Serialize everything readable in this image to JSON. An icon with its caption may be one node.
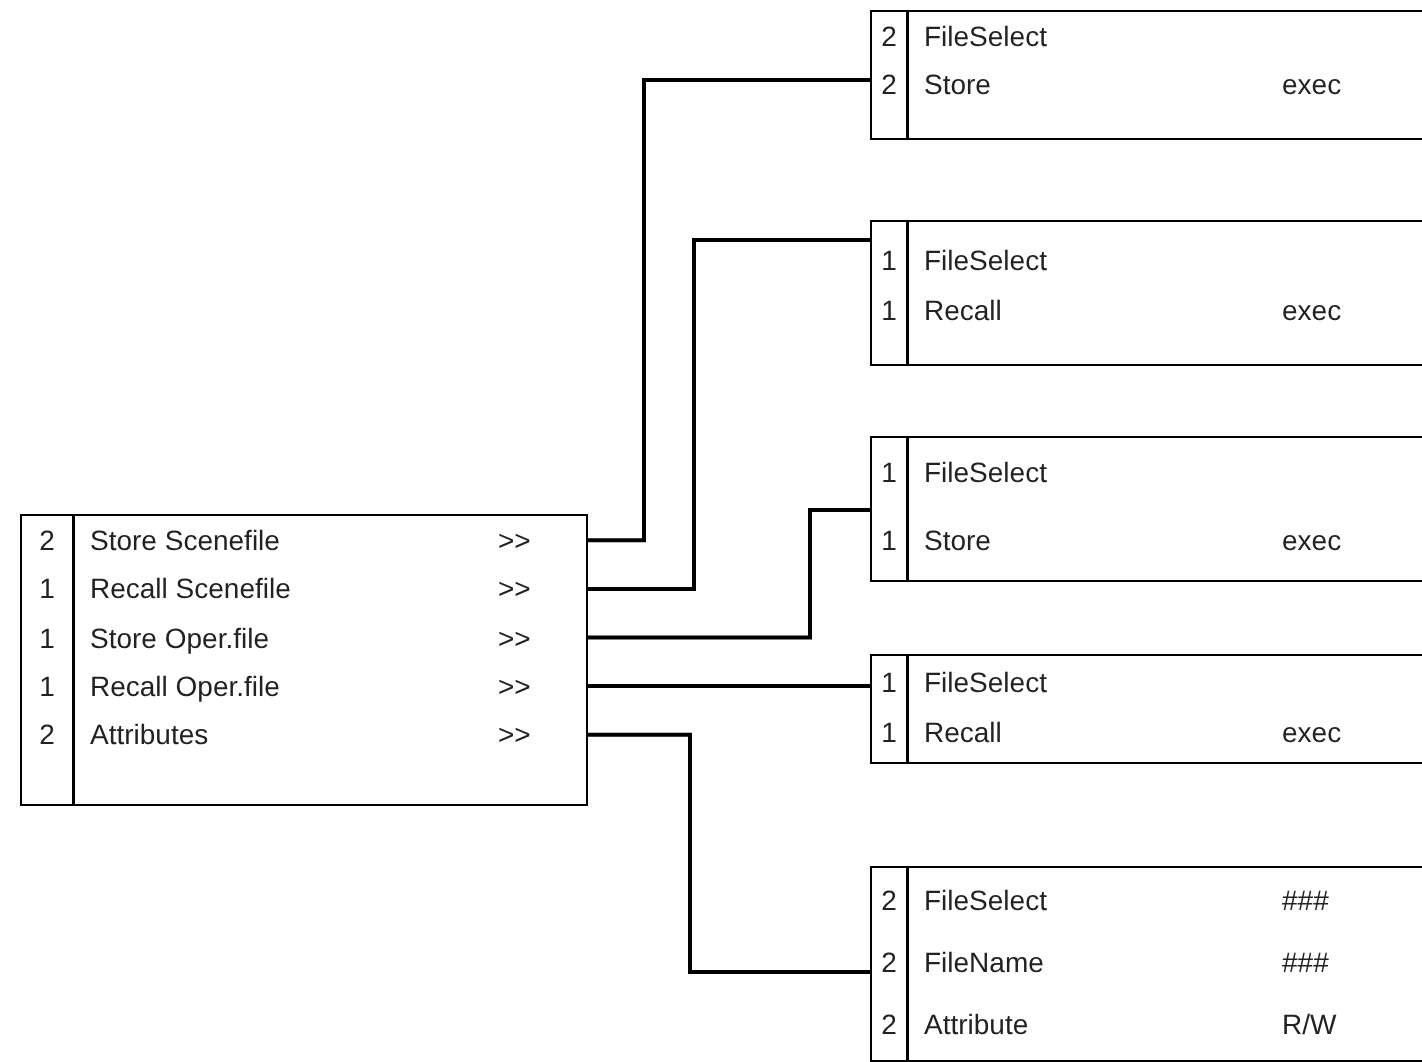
{
  "diagram": {
    "nodes": [
      {
        "text": [],
        "shape": "box"
      },
      {
        "text": [
          "2",
          "Store Scenefile",
          ">>"
        ],
        "in": 0
      },
      {
        "text": [
          "1",
          "Recall Scenefile",
          ">>"
        ],
        "in": 0
      },
      {
        "text": [
          "1",
          "Store Oper.file",
          ">>"
        ],
        "in": 0
      },
      {
        "text": [
          "1",
          "Recall Oper.file",
          ">>"
        ],
        "in": 0
      },
      {
        "text": [
          "2",
          "Attributes",
          ">>"
        ],
        "in": 0
      },
      {
        "text": [],
        "shape": "box"
      },
      {
        "text": [
          "2",
          "FileSelect"
        ],
        "in": 6
      },
      {
        "text": [
          "2",
          "Store",
          "exec"
        ],
        "in": 6
      },
      {
        "text": [],
        "shape": "box"
      },
      {
        "text": [
          "1",
          "FileSelect"
        ],
        "in": 9
      },
      {
        "text": [
          "1",
          "Recall",
          "exec"
        ],
        "in": 9
      },
      {
        "text": [],
        "shape": "box"
      },
      {
        "text": [
          "1",
          "FileSelect"
        ],
        "in": 12
      },
      {
        "text": [
          "1",
          "Store",
          "exec"
        ],
        "in": 12
      },
      {
        "text": [],
        "shape": "box"
      },
      {
        "text": [
          "1",
          "FileSelect"
        ],
        "in": 15
      },
      {
        "text": [
          "1",
          "Recall",
          "exec"
        ],
        "in": 15
      },
      {
        "text": [],
        "shape": "box"
      },
      {
        "text": [
          "2",
          "FileSelect",
          "###"
        ],
        "in": 18
      },
      {
        "text": [
          "2",
          "FileName",
          "###"
        ],
        "in": 18
      },
      {
        "text": [
          "2",
          "Attribute",
          "R/W"
        ],
        "in": 18
      }
    ],
    "edges": [
      {
        "from": 1,
        "to": 6,
        "arrow": "none"
      },
      {
        "from": 2,
        "to": 9,
        "arrow": "none"
      },
      {
        "from": 3,
        "to": 12,
        "arrow": "none"
      },
      {
        "from": 4,
        "to": 15,
        "arrow": "none"
      },
      {
        "from": 5,
        "to": 18,
        "arrow": "none"
      }
    ]
  }
}
